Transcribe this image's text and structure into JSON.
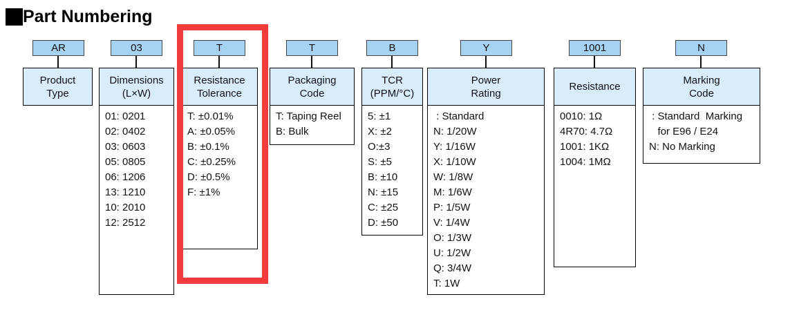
{
  "title": "Part Numbering",
  "colors": {
    "code_box": "#a7d3f3",
    "header_box": "#d9ecfb",
    "highlight": "#f23b3c"
  },
  "columns": [
    {
      "code": "AR",
      "label": "Product\nType",
      "items": []
    },
    {
      "code": "03",
      "label": "Dimensions\n(L×W)",
      "items": [
        "01: 0201",
        "02: 0402",
        "03: 0603",
        "05: 0805",
        "06: 1206",
        "13: 1210",
        "10: 2010",
        "12: 2512"
      ]
    },
    {
      "code": "T",
      "label": "Resistance\nTolerance",
      "items": [
        "T: ±0.01%",
        "A: ±0.05%",
        "B: ±0.1%",
        "C: ±0.25%",
        "D: ±0.5%",
        "F: ±1%"
      ]
    },
    {
      "code": "T",
      "label": "Packaging\nCode",
      "items": [
        "T: Taping Reel",
        "B: Bulk"
      ]
    },
    {
      "code": "B",
      "label": "TCR\n(PPM/°C)",
      "items": [
        "5: ±1",
        "X: ±2",
        "O:±3",
        "S: ±5",
        "B: ±10",
        "N: ±15",
        "C: ±25",
        "D: ±50"
      ]
    },
    {
      "code": "Y",
      "label": "Power\nRating",
      "items": [
        " : Standard",
        "N: 1/20W",
        "Y: 1/16W",
        "X: 1/10W",
        "W: 1/8W",
        "M: 1/6W",
        "P: 1/5W",
        "V: 1/4W",
        "O: 1/3W",
        "U: 1/2W",
        "Q: 3/4W",
        "T: 1W"
      ]
    },
    {
      "code": "1001",
      "label": "Resistance",
      "items": [
        "0010: 1Ω",
        "4R70: 4.7Ω",
        "1001: 1KΩ",
        "1004: 1MΩ"
      ]
    },
    {
      "code": "N",
      "label": "Marking\nCode",
      "items": [
        " : Standard  Marking\n   for E96 / E24",
        "N: No Marking"
      ]
    }
  ]
}
